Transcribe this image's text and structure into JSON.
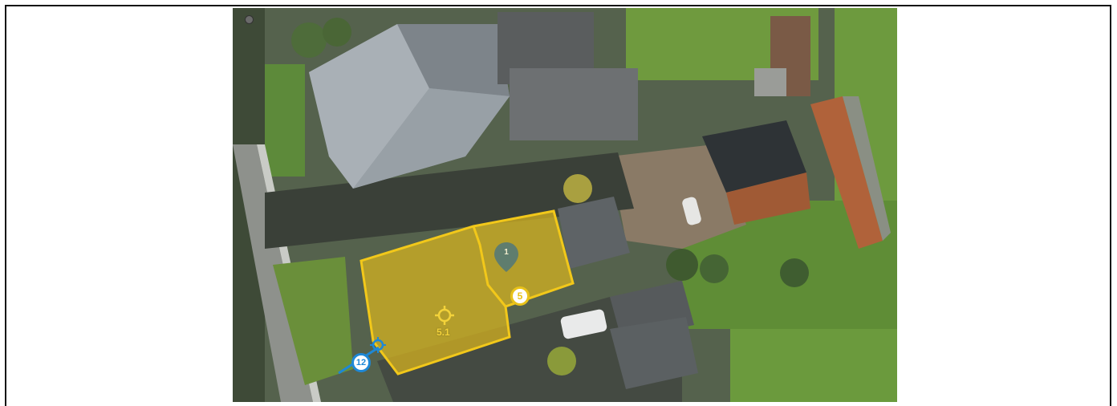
{
  "map": {
    "markers": {
      "pin": {
        "label": "1",
        "color": "#5f7d6e"
      },
      "segment_badge": {
        "label": "5",
        "color": "#e8c21a"
      },
      "centroid": {
        "label": "5.1",
        "color": "#f3d23a"
      },
      "edge_badge": {
        "label": "12",
        "color": "#1e88d6"
      }
    },
    "colors": {
      "selection_fill": "#d9b51e",
      "selection_stroke": "#f2c81a",
      "measure_line": "#1e88d6"
    }
  }
}
